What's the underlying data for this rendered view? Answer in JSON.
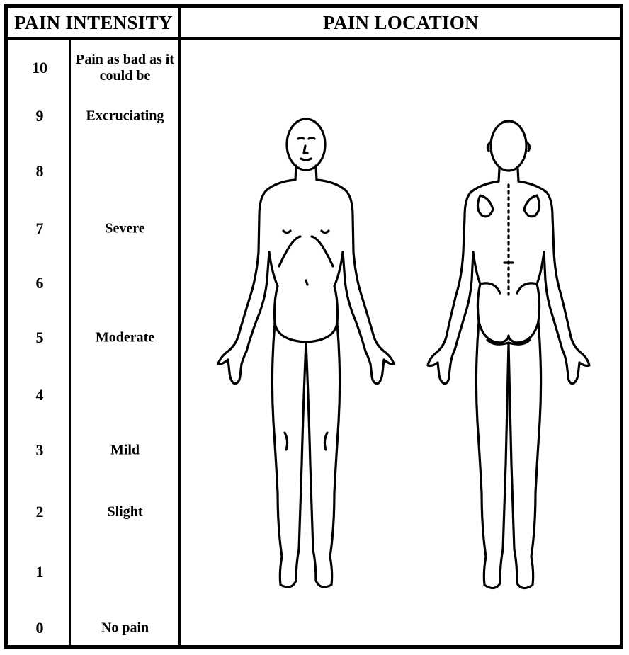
{
  "header": {
    "intensity_title": "PAIN INTENSITY",
    "location_title": "PAIN LOCATION"
  },
  "scale": [
    {
      "number": "10",
      "label": "Pain as bad as it could be"
    },
    {
      "number": "9",
      "label": "Excruciating"
    },
    {
      "number": "8",
      "label": ""
    },
    {
      "number": "7",
      "label": "Severe"
    },
    {
      "number": "6",
      "label": ""
    },
    {
      "number": "5",
      "label": "Moderate"
    },
    {
      "number": "4",
      "label": ""
    },
    {
      "number": "3",
      "label": "Mild"
    },
    {
      "number": "2",
      "label": "Slight"
    },
    {
      "number": "1",
      "label": ""
    },
    {
      "number": "0",
      "label": "No pain"
    }
  ],
  "figures": {
    "front_icon": "body-front-outline",
    "back_icon": "body-back-outline"
  }
}
